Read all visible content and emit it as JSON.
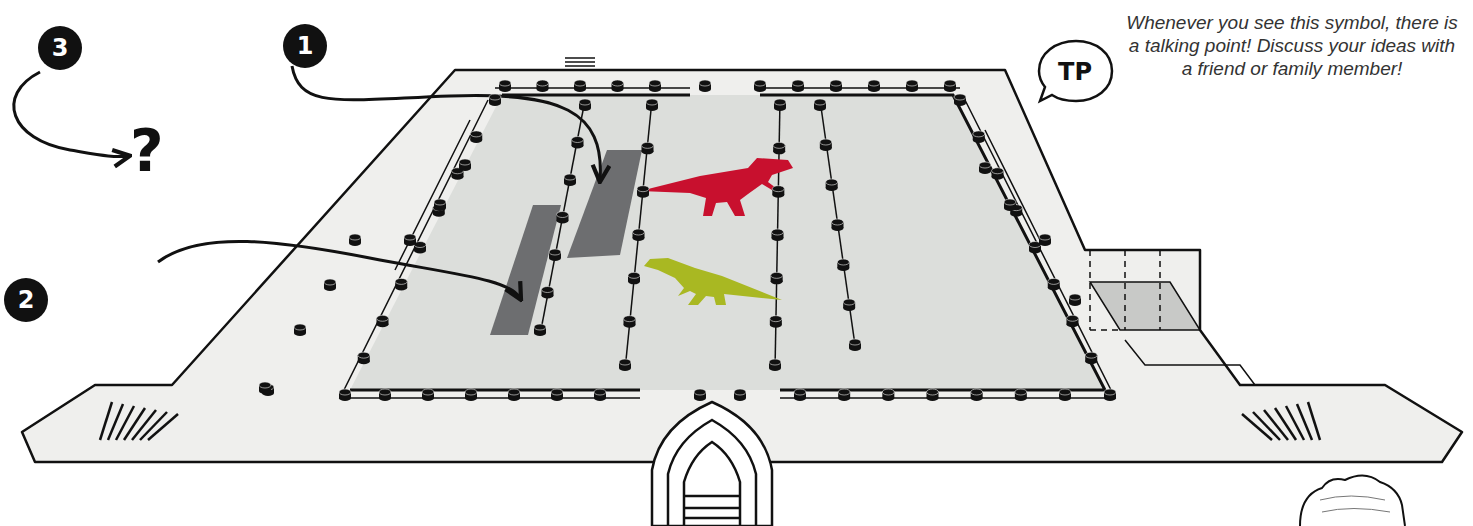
{
  "diagram": {
    "nodes": [
      {
        "text": [
          "3"
        ]
      },
      {
        "text": [
          "1"
        ]
      },
      {
        "text": [
          "TP"
        ]
      },
      {
        "text": [
          "2"
        ]
      }
    ],
    "labels": [
      "?",
      "Whenever you see this symbol, there is a talking point! Discuss your ideas with a friend or family member!"
    ]
  }
}
